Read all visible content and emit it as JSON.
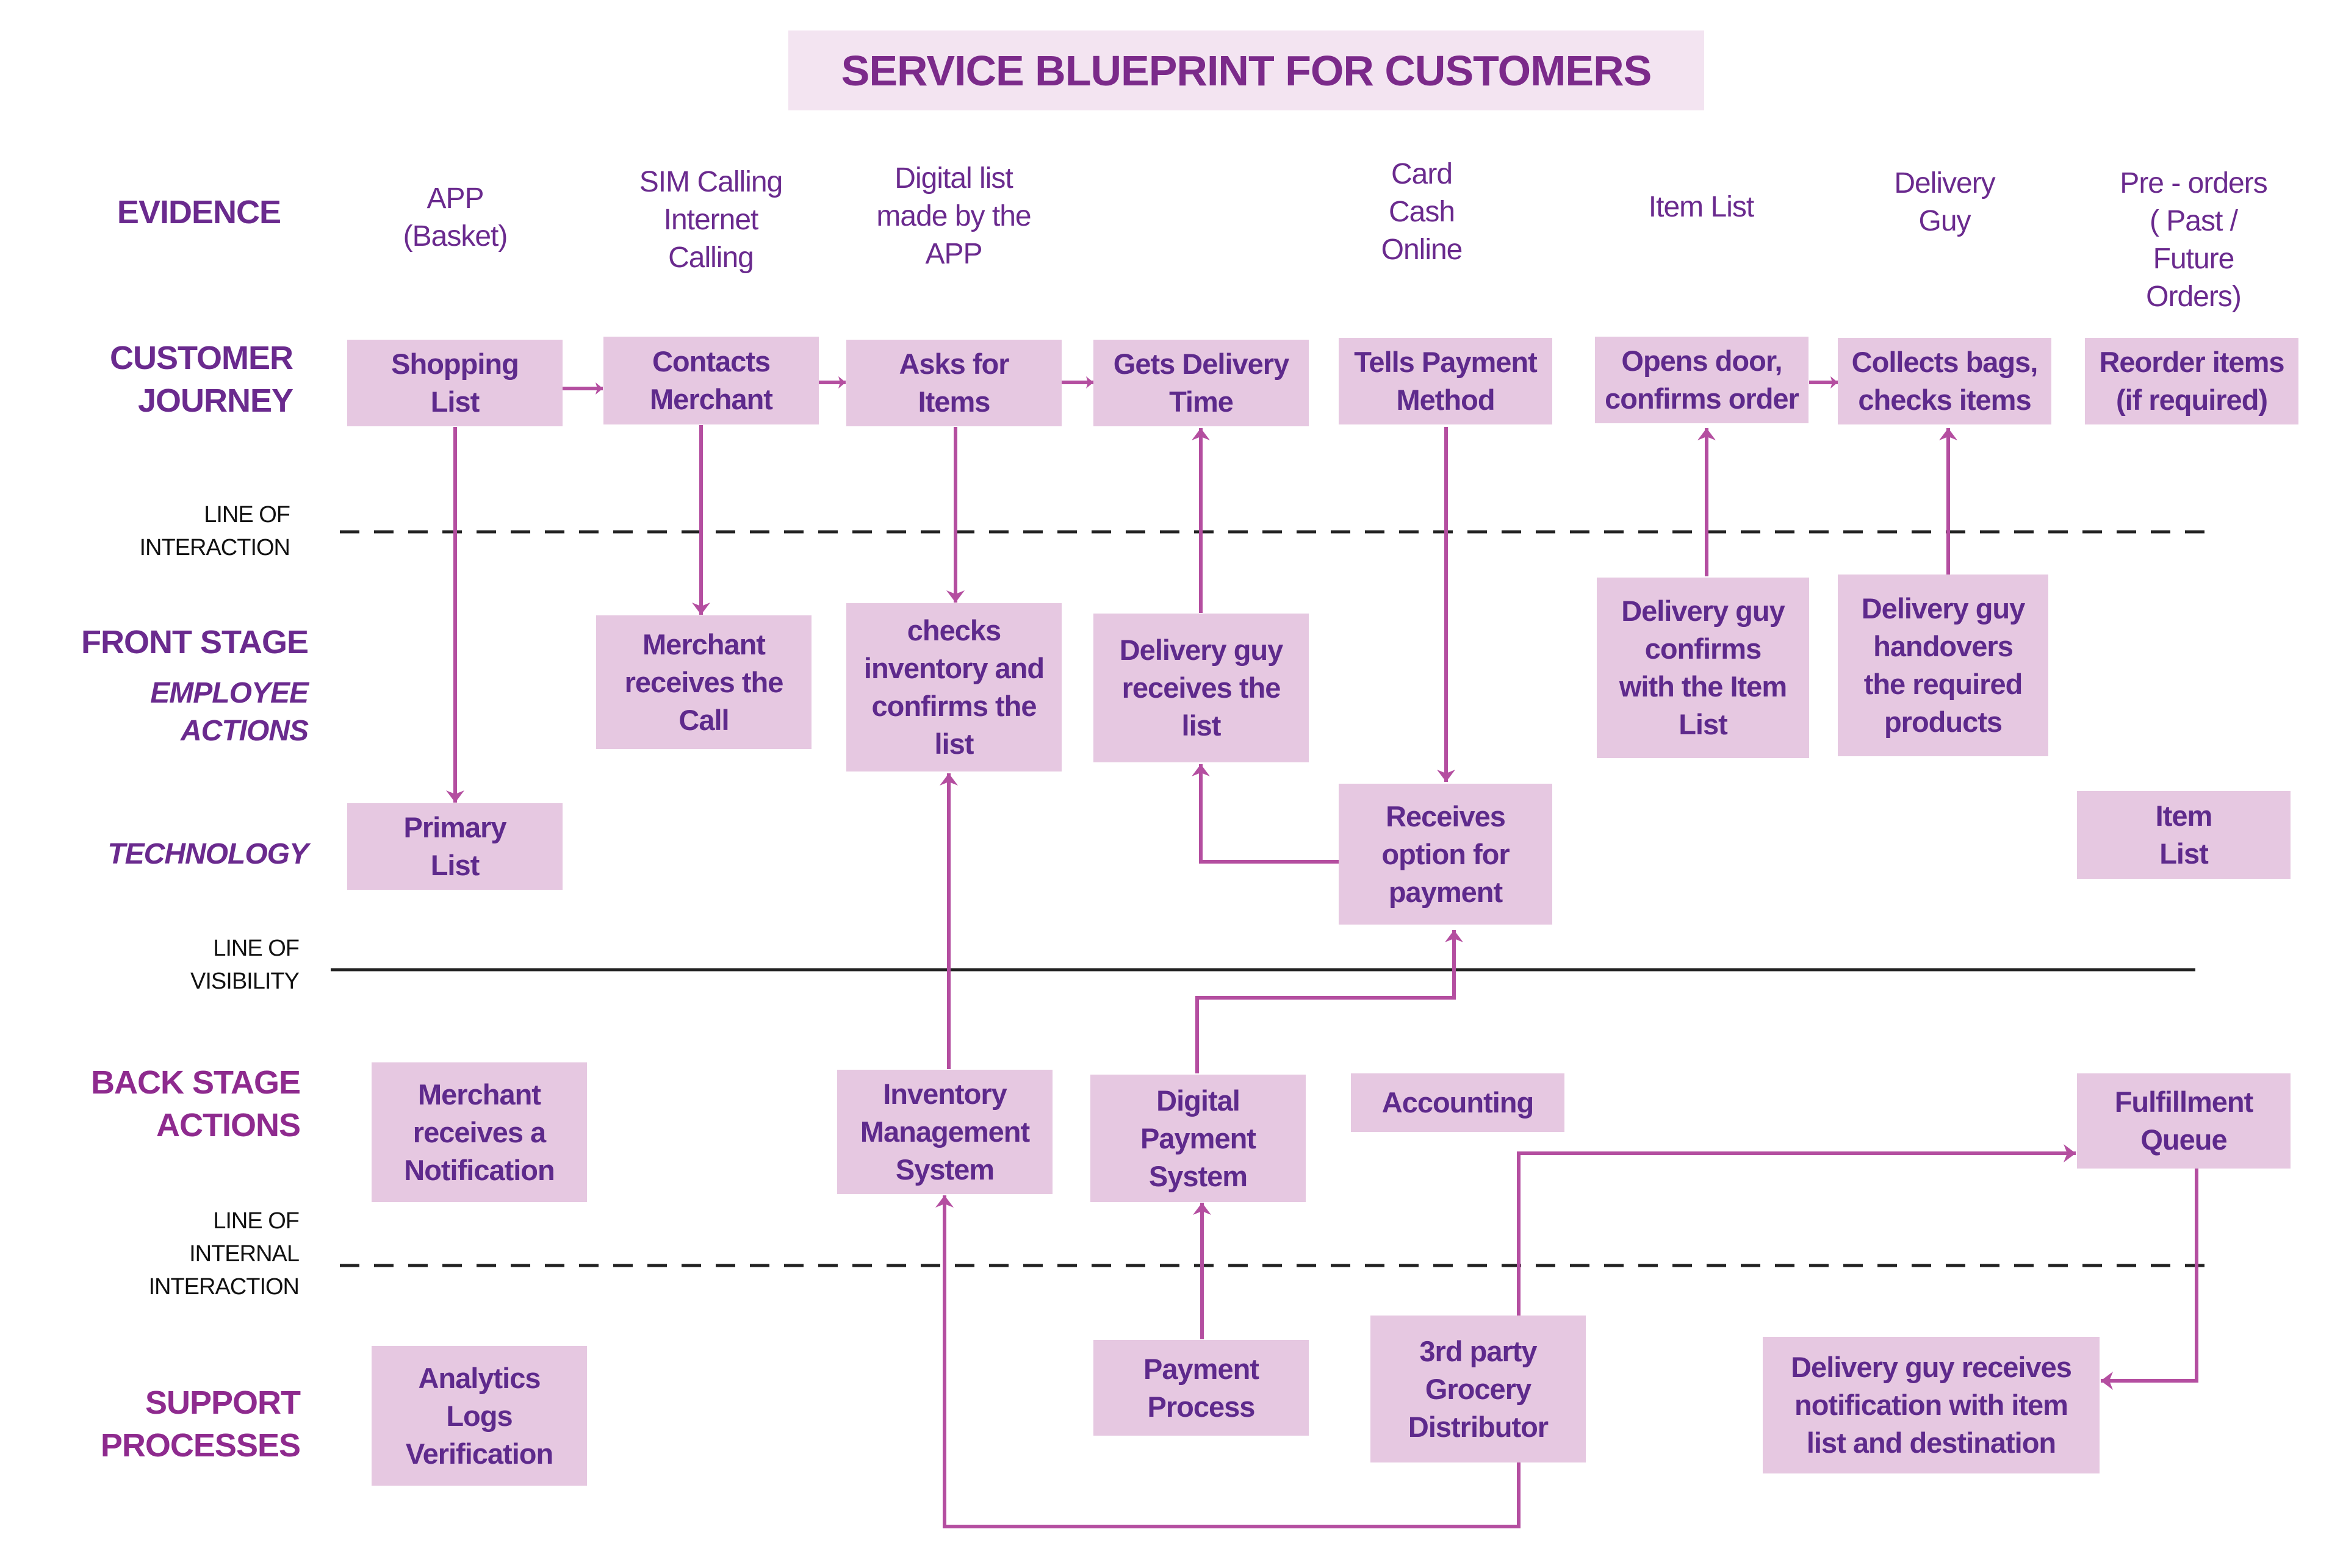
{
  "title": "SERVICE BLUEPRINT FOR CUSTOMERS",
  "colors": {
    "title_bg": "#f3e4f1",
    "title_text": "#7b2a8a",
    "box_bg": "#e6c8e1",
    "box_text": "#5e2a8c",
    "arrow": "#b44ea0",
    "line": "#222222"
  },
  "row_labels": {
    "evidence": "EVIDENCE",
    "customer_journey": "CUSTOMER\nJOURNEY",
    "front_stage": "FRONT STAGE",
    "employee_actions": "EMPLOYEE\nACTIONS",
    "technology": "TECHNOLOGY",
    "back_stage": "BACK STAGE\nACTIONS",
    "support": "SUPPORT\nPROCESSES"
  },
  "line_labels": {
    "interaction": "LINE OF\nINTERACTION",
    "visibility": "LINE OF\nVISIBILITY",
    "internal": "LINE OF\nINTERNAL\nINTERACTION"
  },
  "evidence": [
    "APP\n(Basket)",
    "SIM Calling\nInternet\nCalling",
    "Digital list\nmade by the\nAPP",
    "Card\nCash\nOnline",
    "Item List",
    "Delivery\nGuy",
    "Pre - orders\n( Past / Future\nOrders)"
  ],
  "customer_journey": [
    "Shopping\nList",
    "Contacts\nMerchant",
    "Asks for\nItems",
    "Gets Delivery\nTime",
    "Tells Payment\nMethod",
    "Opens door,\nconfirms order",
    "Collects bags,\nchecks items",
    "Reorder items\n(if required)"
  ],
  "front_stage": [
    "Merchant\nreceives the\nCall",
    "checks\ninventory and\nconfirms the\nlist",
    "Delivery guy\nreceives the\nlist",
    "Delivery guy\nconfirms\nwith the Item\nList",
    "Delivery guy\nhandovers\nthe required\nproducts"
  ],
  "technology": [
    "Primary\nList",
    "Receives\noption for\npayment",
    "Item\nList"
  ],
  "back_stage": [
    "Merchant\nreceives a\nNotification",
    "Inventory\nManagement\nSystem",
    "Digital\nPayment\nSystem",
    "Accounting",
    "Fulfillment\nQueue"
  ],
  "support": [
    "Analytics\nLogs\nVerification",
    "Payment\nProcess",
    "3rd party\nGrocery\nDistributor",
    "Delivery guy receives\nnotification with item\nlist and destination"
  ]
}
